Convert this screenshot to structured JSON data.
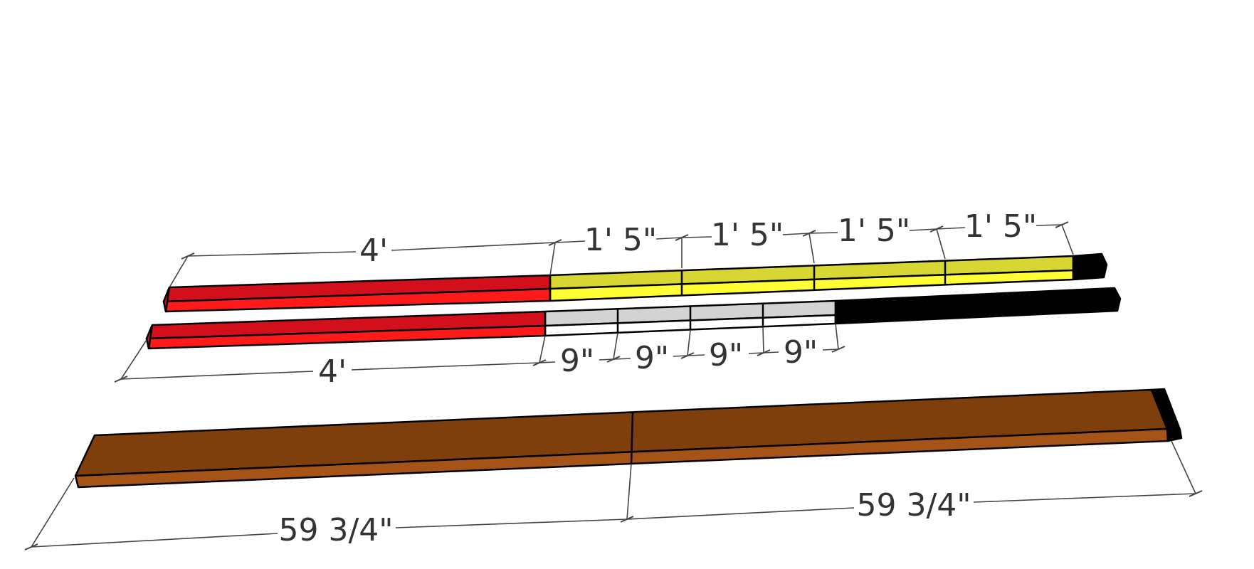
{
  "colors": {
    "red_top": "#d40f1c",
    "red_front": "#ff1a1a",
    "yellow_top": "#d8d632",
    "yellow_front": "#ffff33",
    "gray_top": "#d3d3d3",
    "gray_front": "#ffffff",
    "waste": "#000000",
    "brown_top": "#7f3f0c",
    "brown_front": "#a65317"
  },
  "boards": [
    {
      "name": "board-top",
      "segments": [
        {
          "type": "red",
          "label": "4'"
        },
        {
          "type": "yellow",
          "label": "1' 5\""
        },
        {
          "type": "yellow",
          "label": "1' 5\""
        },
        {
          "type": "yellow",
          "label": "1' 5\""
        },
        {
          "type": "yellow",
          "label": "1' 5\""
        },
        {
          "type": "waste",
          "label": ""
        }
      ]
    },
    {
      "name": "board-middle",
      "segments": [
        {
          "type": "red",
          "label": "4'"
        },
        {
          "type": "gray",
          "label": "9\""
        },
        {
          "type": "gray",
          "label": "9\""
        },
        {
          "type": "gray",
          "label": "9\""
        },
        {
          "type": "gray",
          "label": "9\""
        },
        {
          "type": "waste",
          "label": ""
        }
      ]
    },
    {
      "name": "board-bottom",
      "segments": [
        {
          "type": "brown",
          "label": "59 3/4\""
        },
        {
          "type": "brown",
          "label": "59 3/4\""
        },
        {
          "type": "waste",
          "label": ""
        }
      ]
    }
  ],
  "dimensions": {
    "top": [
      "4'",
      "1' 5\"",
      "1' 5\"",
      "1' 5\"",
      "1' 5\""
    ],
    "middle": [
      "4'",
      "9\"",
      "9\"",
      "9\"",
      "9\""
    ],
    "bottom": [
      "59 3/4\"",
      "59 3/4\""
    ]
  }
}
